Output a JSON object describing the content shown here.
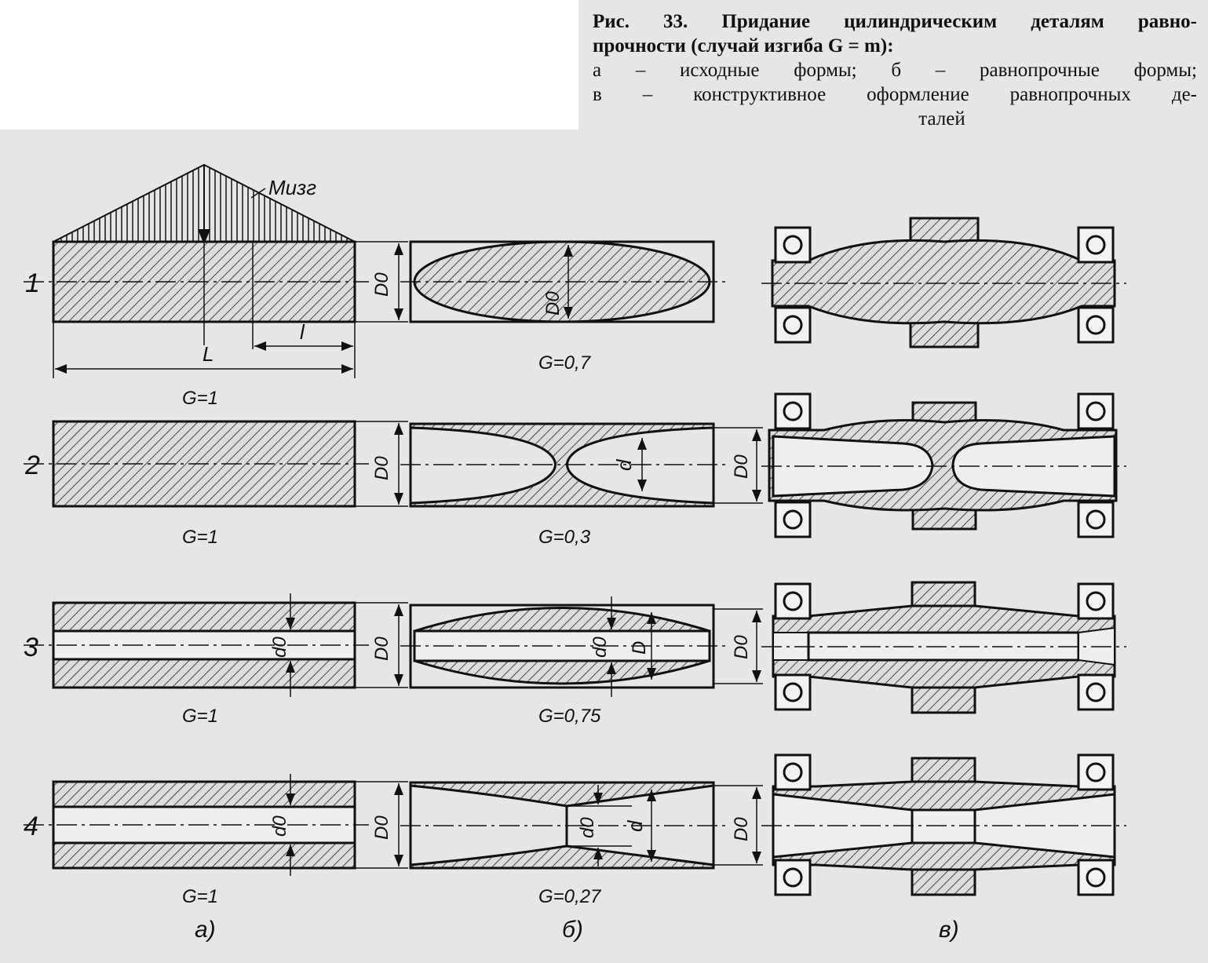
{
  "caption": {
    "line1": "Рис. 33. Придание цилиндрическим деталям равно-",
    "line2": "прочности (случай изгиба G = m):",
    "line3": "а – исходные формы; б – равнопрочные формы;",
    "line4": "в – конструктивное оформление равнопрочных де-",
    "line5": "талей"
  },
  "row_numbers": [
    "1",
    "2",
    "3",
    "4"
  ],
  "column_labels": [
    "а)",
    "б)",
    "в)"
  ],
  "moment_label": "Мизг",
  "dimensions": {
    "L": "L",
    "l": "l",
    "D0": "D0",
    "d0": "d0",
    "d": "d",
    "D": "D"
  },
  "g_labels": {
    "r1a": "G=1",
    "r1b": "G=0,7",
    "r2a": "G=1",
    "r2b": "G=0,3",
    "r3a": "G=1",
    "r3b": "G=0,75",
    "r4a": "G=1",
    "r4b": "G=0,27"
  }
}
